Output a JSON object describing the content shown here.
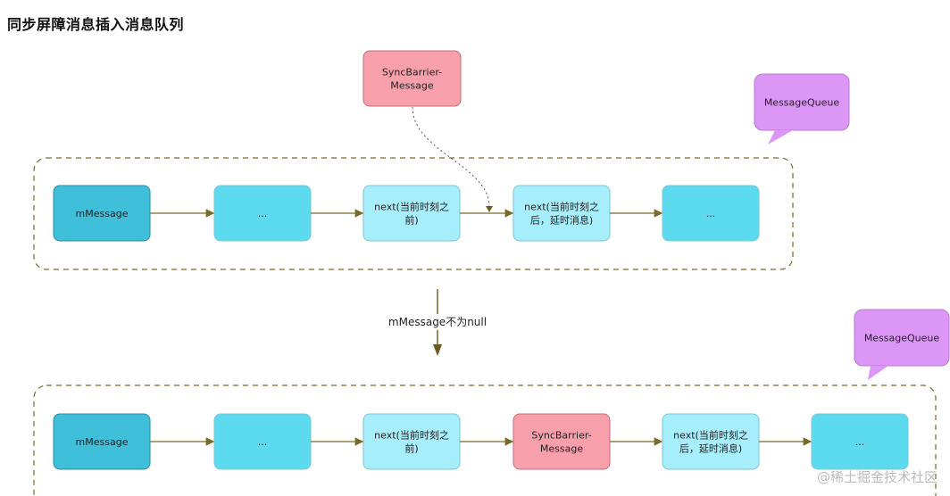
{
  "title": "同步屏障消息插入消息队列",
  "colors": {
    "mmessage": "#3fbfd9",
    "dots": "#5bdaf0",
    "next": "#a6eefb",
    "sync": "#f7a0ab",
    "queue": "#dc97f6",
    "arrow": "#7a6a2a"
  },
  "top": {
    "sync_label": [
      "SyncBarrier-",
      "Message"
    ],
    "callout_label": "MessageQueue",
    "nodes": [
      {
        "kind": "mmessage",
        "lines": [
          "mMessage"
        ]
      },
      {
        "kind": "dots",
        "lines": [
          "..."
        ]
      },
      {
        "kind": "next",
        "lines": [
          "next(当前时刻之",
          "前)"
        ]
      },
      {
        "kind": "next",
        "lines": [
          "next(当前时刻之",
          "后，延时消息)"
        ]
      },
      {
        "kind": "dots",
        "lines": [
          "..."
        ]
      }
    ]
  },
  "transition": {
    "label": "mMessage不为null"
  },
  "bottom": {
    "callout_label": "MessageQueue",
    "nodes": [
      {
        "kind": "mmessage",
        "lines": [
          "mMessage"
        ]
      },
      {
        "kind": "dots",
        "lines": [
          "..."
        ]
      },
      {
        "kind": "next",
        "lines": [
          "next(当前时刻之",
          "前)"
        ]
      },
      {
        "kind": "sync",
        "lines": [
          "SyncBarrier-",
          "Message"
        ]
      },
      {
        "kind": "next",
        "lines": [
          "next(当前时刻之",
          "后，延时消息)"
        ]
      },
      {
        "kind": "dots",
        "lines": [
          "..."
        ]
      }
    ]
  },
  "watermark": "@稀土掘金技术社区"
}
